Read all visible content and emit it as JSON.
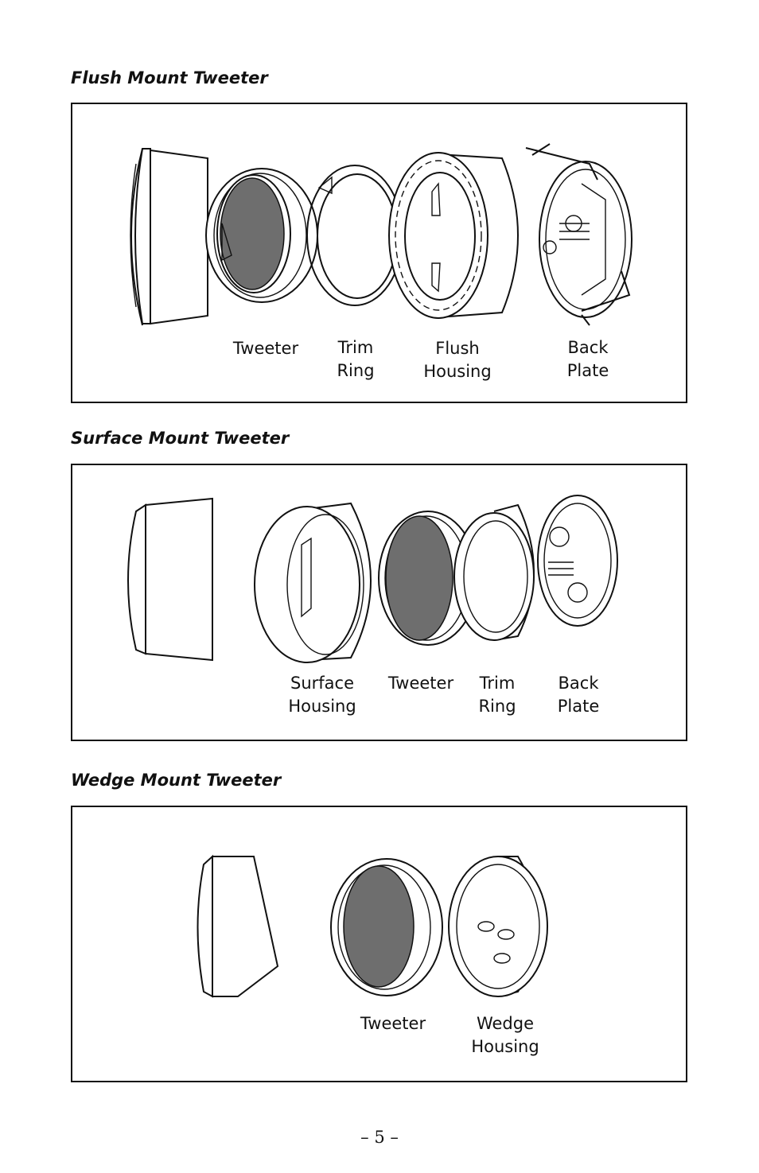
{
  "sections": [
    {
      "title": "Flush Mount Tweeter",
      "labels": [
        {
          "line1": "Tweeter",
          "line2": ""
        },
        {
          "line1": "Trim",
          "line2": "Ring"
        },
        {
          "line1": "Flush",
          "line2": "Housing"
        },
        {
          "line1": "Back",
          "line2": "Plate"
        }
      ]
    },
    {
      "title": "Surface Mount Tweeter",
      "labels": [
        {
          "line1": "Surface",
          "line2": "Housing"
        },
        {
          "line1": "Tweeter",
          "line2": ""
        },
        {
          "line1": "Trim",
          "line2": "Ring"
        },
        {
          "line1": "Back",
          "line2": "Plate"
        }
      ]
    },
    {
      "title": "Wedge Mount Tweeter",
      "labels": [
        {
          "line1": "Tweeter",
          "line2": ""
        },
        {
          "line1": "Wedge",
          "line2": "Housing"
        }
      ]
    }
  ],
  "page_number": "– 5 –"
}
